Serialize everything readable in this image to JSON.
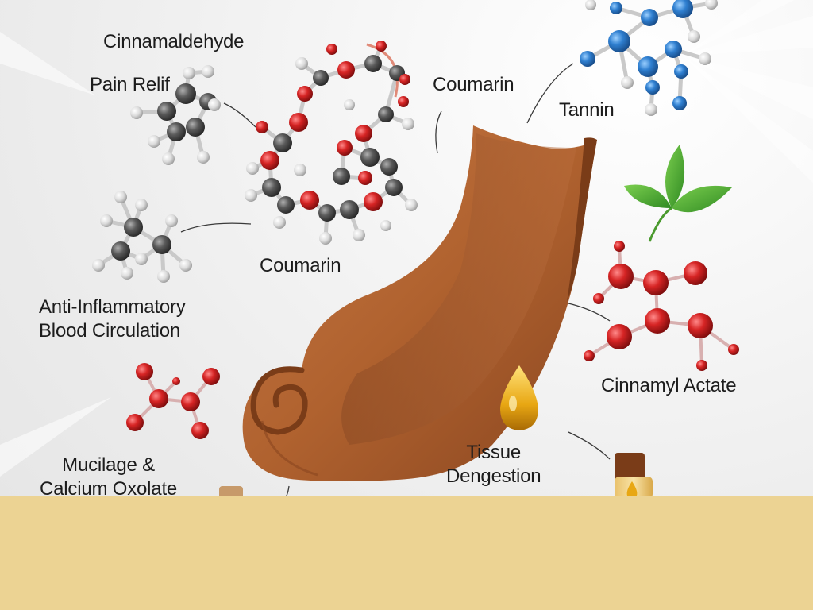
{
  "labels": {
    "cinnamaldehyde": "Cinnamaldehyde",
    "pain_relief": "Pain Relif",
    "coumarin_top": "Coumarin",
    "tannin": "Tannin",
    "coumarin_mid": "Coumarin",
    "anti_inflammatory": "Anti-Inflammatory\nBlood Circulation",
    "cinnamyl_acetate": "Cinnamyl Actate",
    "tissue": "Tissue\nDengestion",
    "mucilage": "Mucilage &\nCalcium Oxolate"
  },
  "colors": {
    "background": "#ececec",
    "footer_band": "#ecd393",
    "cinnamon_bark": "#b0622f",
    "oxygen_atom": "#d62424",
    "carbon_atom": "#5a5a5a",
    "hydrogen_atom": "#dcdcdc",
    "nitrogen_atom": "#2f7fd0",
    "leaf": "#4aa52e",
    "oil_drop": "#e8a713"
  },
  "icons": [
    "molecule-cluster",
    "cinnamon-stick",
    "green-leaf",
    "oil-drop",
    "essential-oil-vial",
    "cork-vial"
  ]
}
